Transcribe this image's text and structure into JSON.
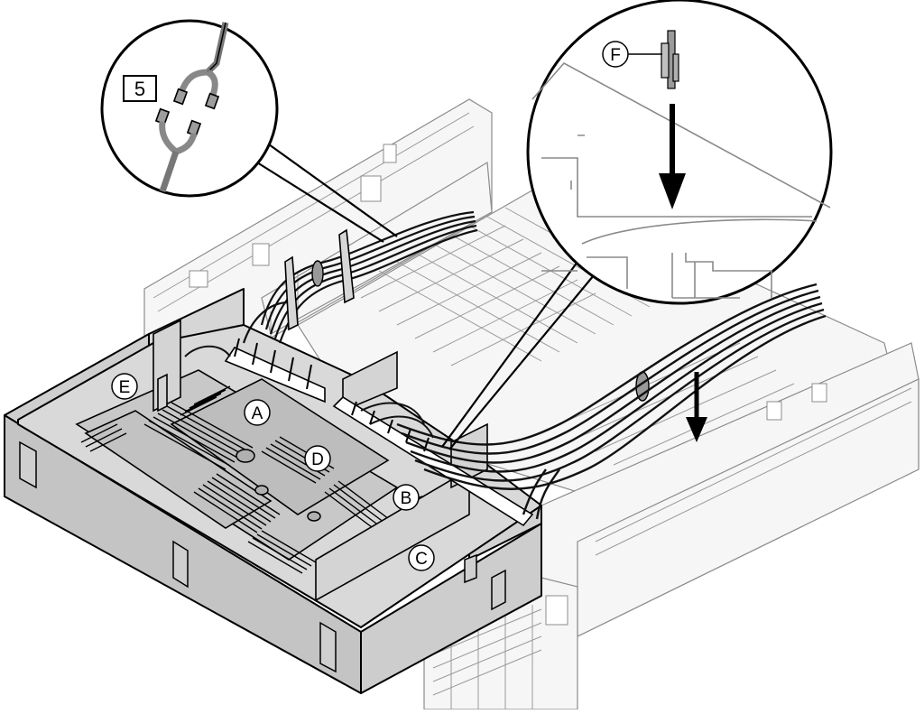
{
  "callouts": {
    "A": "A",
    "B": "B",
    "C": "C",
    "D": "D",
    "E": "E",
    "F": "F"
  },
  "step_number": "5",
  "colors": {
    "housing_fill": "#c9c9c9",
    "housing_dark": "#a9a9a9",
    "outline": "#000000",
    "base_fill": "#f4f4f4",
    "cable": "#111111"
  },
  "icons": {
    "detail_left": "cable-connector-detail",
    "detail_right": "retaining-clip-detail",
    "arrow_large": "down-arrow-icon",
    "arrow_small": "down-arrow-icon"
  }
}
